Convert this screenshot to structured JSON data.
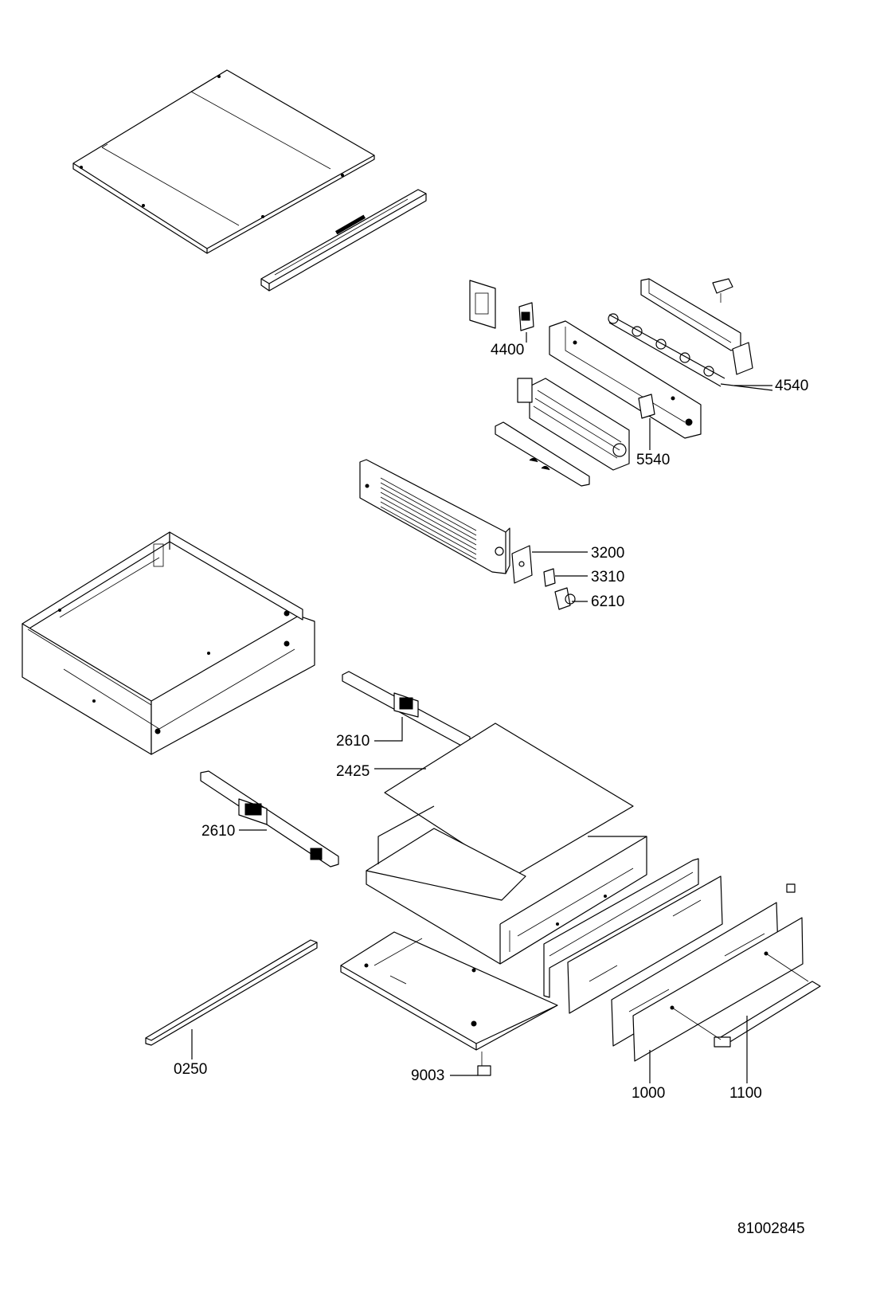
{
  "document_number": "81002845",
  "callouts": [
    {
      "id": "c4400",
      "text": "4400"
    },
    {
      "id": "c4540",
      "text": "4540"
    },
    {
      "id": "c5540",
      "text": "5540"
    },
    {
      "id": "c3200",
      "text": "3200"
    },
    {
      "id": "c3310",
      "text": "3310"
    },
    {
      "id": "c6210",
      "text": "6210"
    },
    {
      "id": "c2610a",
      "text": "2610"
    },
    {
      "id": "c2425",
      "text": "2425"
    },
    {
      "id": "c2610b",
      "text": "2610"
    },
    {
      "id": "c0250",
      "text": "0250"
    },
    {
      "id": "c9003",
      "text": "9003"
    },
    {
      "id": "c1000",
      "text": "1000"
    },
    {
      "id": "c1100",
      "text": "1100"
    }
  ]
}
